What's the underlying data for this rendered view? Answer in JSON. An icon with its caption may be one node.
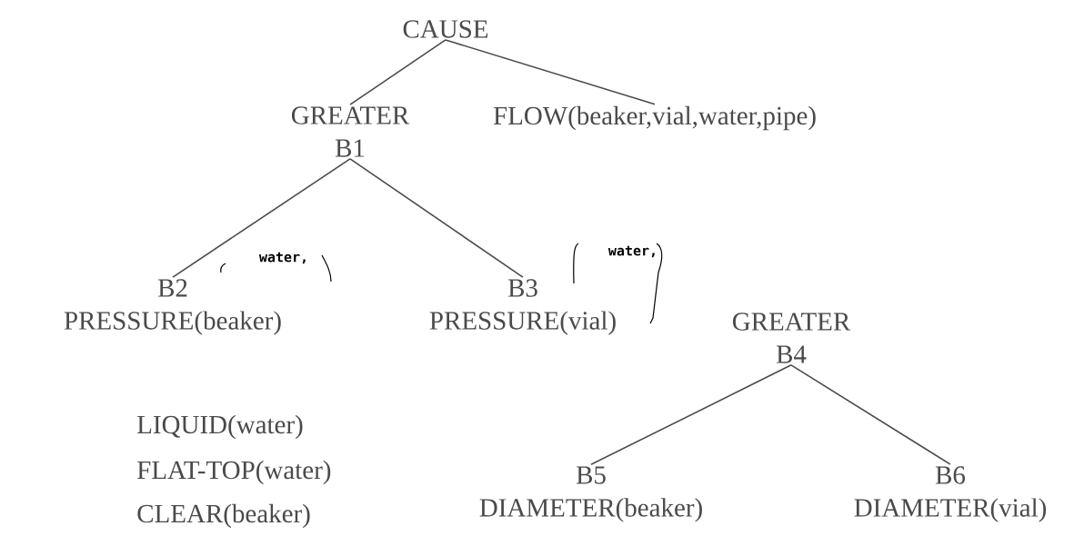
{
  "diagram": {
    "nodes": [
      {
        "text": [
          "CAUSE"
        ]
      },
      {
        "text": [
          "GREATER",
          "B1"
        ]
      },
      {
        "text": [
          "FLOW(beaker,vial,water,pipe)"
        ]
      },
      {
        "text": [
          "B2",
          "PRESSURE(beaker)"
        ],
        "beside": [
          "water,"
        ]
      },
      {
        "text": [
          "B3",
          "PRESSURE(vial)"
        ],
        "beside": [
          "water,"
        ]
      },
      {
        "text": [
          "GREATER",
          "B4"
        ]
      },
      {
        "text": [
          "B5",
          "DIAMETER(beaker)"
        ]
      },
      {
        "text": [
          "B6",
          "DIAMETER(vial)"
        ]
      }
    ],
    "edges": [
      {
        "from": 0,
        "to": 1,
        "arrow": "none"
      },
      {
        "from": 0,
        "to": 2,
        "arrow": "none"
      },
      {
        "from": 1,
        "to": 3,
        "arrow": "none"
      },
      {
        "from": 1,
        "to": 4,
        "arrow": "none"
      },
      {
        "from": 5,
        "to": 6,
        "arrow": "none"
      },
      {
        "from": 5,
        "to": 7,
        "arrow": "none"
      }
    ],
    "labels": [
      "LIQUID(water)",
      "FLAT-TOP(water)",
      "CLEAR(beaker)"
    ]
  }
}
